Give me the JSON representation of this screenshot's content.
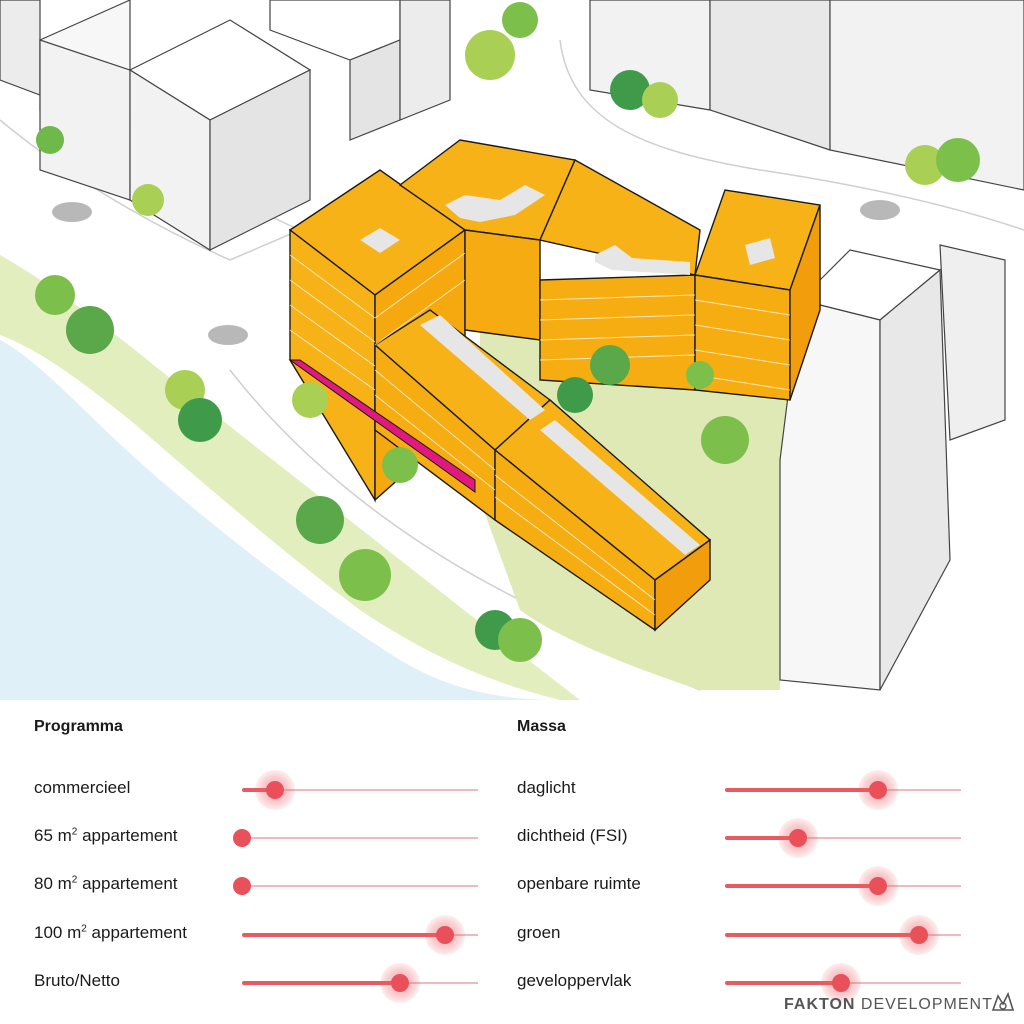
{
  "left_panel": {
    "title": "Programma",
    "rows": [
      {
        "pre": "commercieel",
        "sup": "",
        "post": "",
        "value": 0.14
      },
      {
        "pre": "65 m",
        "sup": "2",
        "post": " appartement",
        "value": 0.0
      },
      {
        "pre": "80 m",
        "sup": "2",
        "post": " appartement",
        "value": 0.0
      },
      {
        "pre": "100 m",
        "sup": "2",
        "post": " appartement",
        "value": 0.86
      },
      {
        "pre": "Bruto/Netto",
        "sup": "",
        "post": "",
        "value": 0.67
      }
    ]
  },
  "right_panel": {
    "title": "Massa",
    "rows": [
      {
        "pre": "daglicht",
        "sup": "",
        "post": "",
        "value": 0.65
      },
      {
        "pre": "dichtheid (FSI)",
        "sup": "",
        "post": "",
        "value": 0.31
      },
      {
        "pre": "openbare ruimte",
        "sup": "",
        "post": "",
        "value": 0.65
      },
      {
        "pre": "groen",
        "sup": "",
        "post": "",
        "value": 0.82
      },
      {
        "pre": "geveloppervlak",
        "sup": "",
        "post": "",
        "value": 0.49
      }
    ]
  },
  "footer": {
    "brand_bold": "FAKTON",
    "brand_light": " DEVELOPMENT"
  },
  "colors": {
    "building_yellow": "#f7b217",
    "commercial_magenta": "#e0197f",
    "park_green": "#dfe9b6",
    "water": "#dff0f8",
    "slider_fill": "#e85a61",
    "slider_track": "#f2b9bb"
  },
  "icons": {
    "logo": "fakton-logo-icon"
  }
}
